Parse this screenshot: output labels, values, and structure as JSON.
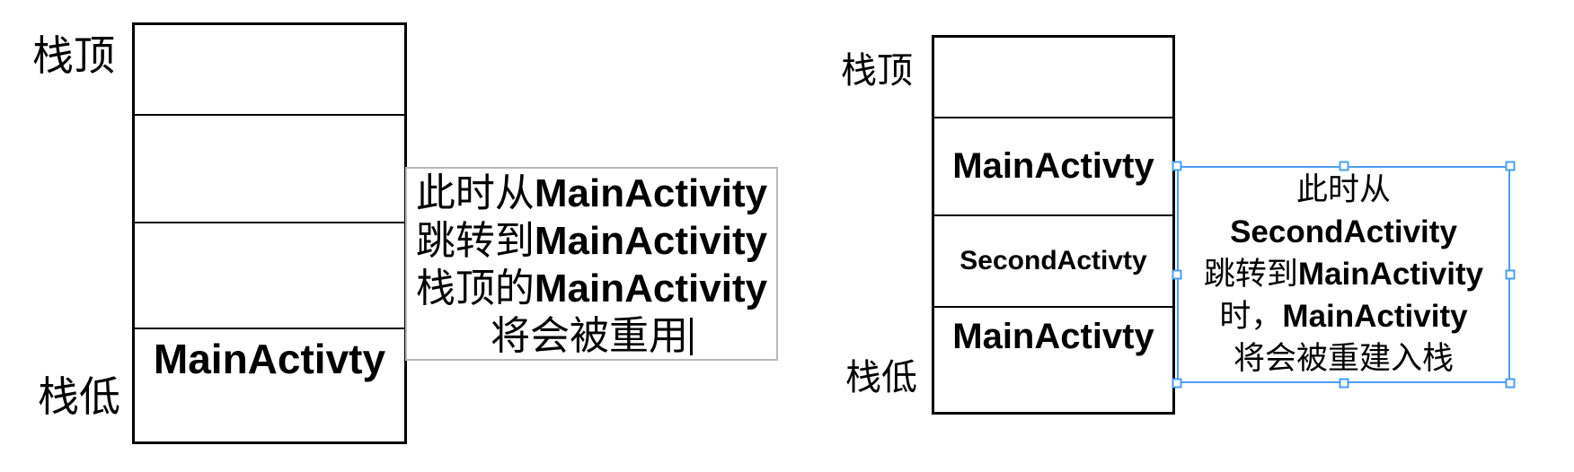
{
  "colors": {
    "selection": "#4B9DF8",
    "note_border": "#B9B9B9",
    "line": "#000000",
    "text": "#000000",
    "background": "#FFFFFF"
  },
  "left": {
    "top_label": "栈顶",
    "bottom_label": "栈低",
    "cells": [
      "",
      "",
      "",
      "MainActivty"
    ],
    "note": {
      "lines": [
        {
          "pre": "此时从",
          "bold": "MainActivity"
        },
        {
          "pre": "跳转到",
          "bold": "MainActivity"
        },
        {
          "pre": "栈顶的",
          "bold": "MainActivity"
        },
        {
          "pre": "将会被重用",
          "bold": ""
        }
      ]
    }
  },
  "right": {
    "top_label": "栈顶",
    "bottom_label": "栈低",
    "cells": [
      "",
      "MainActivty",
      "SecondActivty",
      "MainActivty"
    ],
    "note": {
      "lines": [
        {
          "pre": "此时从",
          "bold": ""
        },
        {
          "pre": "",
          "bold": "SecondActivity"
        },
        {
          "pre": "跳转到",
          "bold": "MainActivity"
        },
        {
          "pre": "时，",
          "bold": "MainActivity"
        },
        {
          "pre": "将会被重建入栈",
          "bold": ""
        }
      ]
    }
  }
}
